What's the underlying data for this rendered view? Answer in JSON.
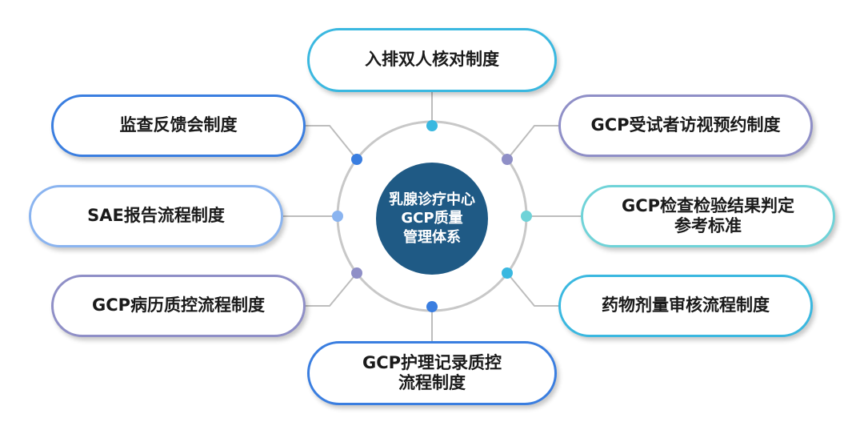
{
  "center_label": "乳腺诊疗中心\nGCP质量\n管理体系",
  "colors": {
    "center_fill": "#1f5a85",
    "ring": "#c8c8c8",
    "connector": "#bdbdbd",
    "blue_dark": "#3a7ee0",
    "blue_light": "#8ab4f0",
    "cyan": "#3ab8e0",
    "teal": "#6fd3d8",
    "purple": "#8f8fc7"
  },
  "nodes": [
    {
      "id": "top",
      "label": "入排双人核对制度",
      "color": "#3ab8e0"
    },
    {
      "id": "upper-left",
      "label": "监查反馈会制度",
      "color": "#3a7ee0"
    },
    {
      "id": "upper-right",
      "label": "GCP受试者访视预约制度",
      "color": "#8f8fc7"
    },
    {
      "id": "left",
      "label": "SAE报告流程制度",
      "color": "#8ab4f0"
    },
    {
      "id": "right",
      "label": "GCP检查检验结果判定\n参考标准",
      "color": "#6fd3d8"
    },
    {
      "id": "lower-left",
      "label": "GCP病历质控流程制度",
      "color": "#8f8fc7"
    },
    {
      "id": "lower-right",
      "label": "药物剂量审核流程制度",
      "color": "#3ab8e0"
    },
    {
      "id": "bottom",
      "label": "GCP护理记录质控\n流程制度",
      "color": "#3a7ee0"
    }
  ]
}
